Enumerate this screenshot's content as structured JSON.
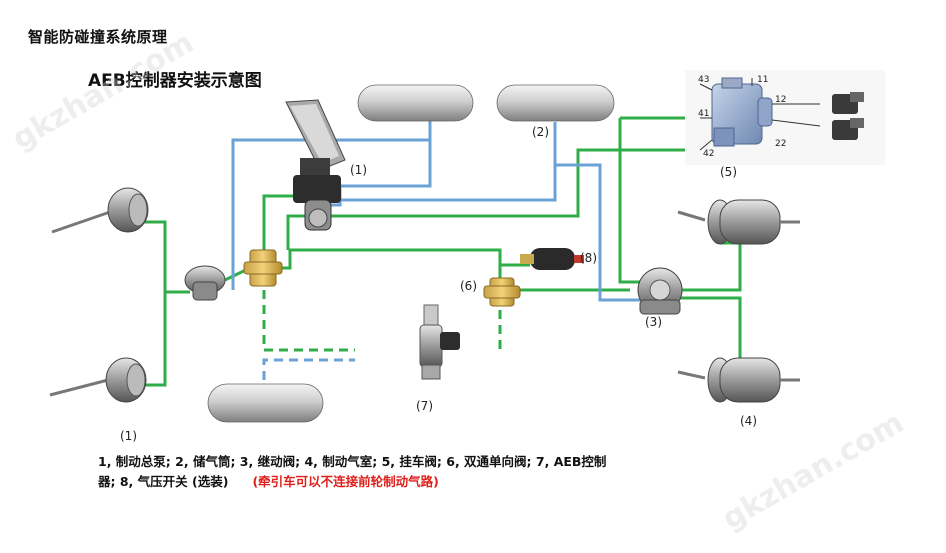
{
  "title": "智能防碰撞系统原理",
  "subtitle": "AEB控制器安装示意图",
  "labels": {
    "pump_main": "(1)",
    "pump_left": "(1)",
    "tank2": "(2)",
    "relay3": "(3)",
    "chamber4": "(4)",
    "trailer5": "(5)",
    "valve6": "(6)",
    "controller7": "(7)",
    "switch8": "(8)"
  },
  "port_labels": [
    "43",
    "11",
    "41",
    "12",
    "22",
    "42"
  ],
  "legend": {
    "line1": "1, 制动总泵; 2, 储气筒; 3, 继动阀; 4, 制动气室; 5, 挂车阀; 6, 双通单向阀; 7, AEB控制",
    "line2": "器; 8, 气压开关 (选装)",
    "note": "(牵引车可以不连接前轮制动气路)"
  },
  "watermark": "gkzhan.com",
  "colors": {
    "green": "#2fae48",
    "blue": "#6aa2d6",
    "note": "#e0201c"
  }
}
